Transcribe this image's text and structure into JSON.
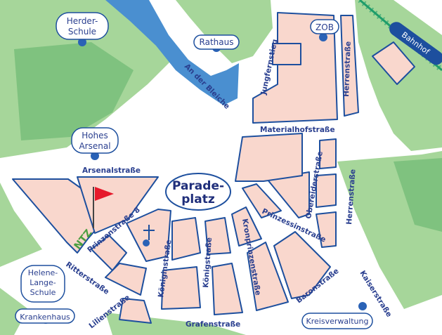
{
  "colors": {
    "road": "#ffffff",
    "road_outline": "#1d4f9e",
    "green": "#a6d69a",
    "green_dark": "#5fb26a",
    "block": "#f9d7cd",
    "water": "#4a8fd0",
    "label": "#2a3f8f",
    "pin": "#2a62b6",
    "flag": "#e6192b",
    "rail": "#1e9d6a"
  },
  "landmarks": {
    "herder": {
      "line1": "Herder-",
      "line2": "Schule"
    },
    "rathaus": {
      "line1": "Rathaus"
    },
    "zob": {
      "line1": "ZOB"
    },
    "hohes": {
      "line1": "Hohes",
      "line2": "Arsenal"
    },
    "helene": {
      "line1": "Helene-",
      "line2": "Lange-",
      "line3": "Schule"
    },
    "kranken": {
      "line1": "Krankenhaus"
    },
    "kreis": {
      "line1": "Kreisverwaltung"
    }
  },
  "station": "Bahnhof",
  "platz": {
    "line1": "Parade-",
    "line2": "platz"
  },
  "logo_text": "NTZ",
  "streets": {
    "bleiche": "An der Bleiche",
    "jungfern": "Jungfernstieg",
    "herren_n": "Herrenstraße",
    "herren_s": "Herrenstraße",
    "materialhof": "Materialhofstraße",
    "arsenal": "Arsenalstraße",
    "prinzen8": "Prinzenstraße 8",
    "obereider": "Obereiderstraße",
    "prinzessin": "Prinzessinstraße",
    "ritter": "Ritterstraße",
    "koenigin": "Königinstraße",
    "koenig": "Königstraße",
    "kronprinz": "Kronprinzenstraße",
    "baron": "Baronstraße",
    "kaiser": "Kaiserstraße",
    "lilien": "Lilienstraße",
    "grafen": "Grafenstraße"
  }
}
